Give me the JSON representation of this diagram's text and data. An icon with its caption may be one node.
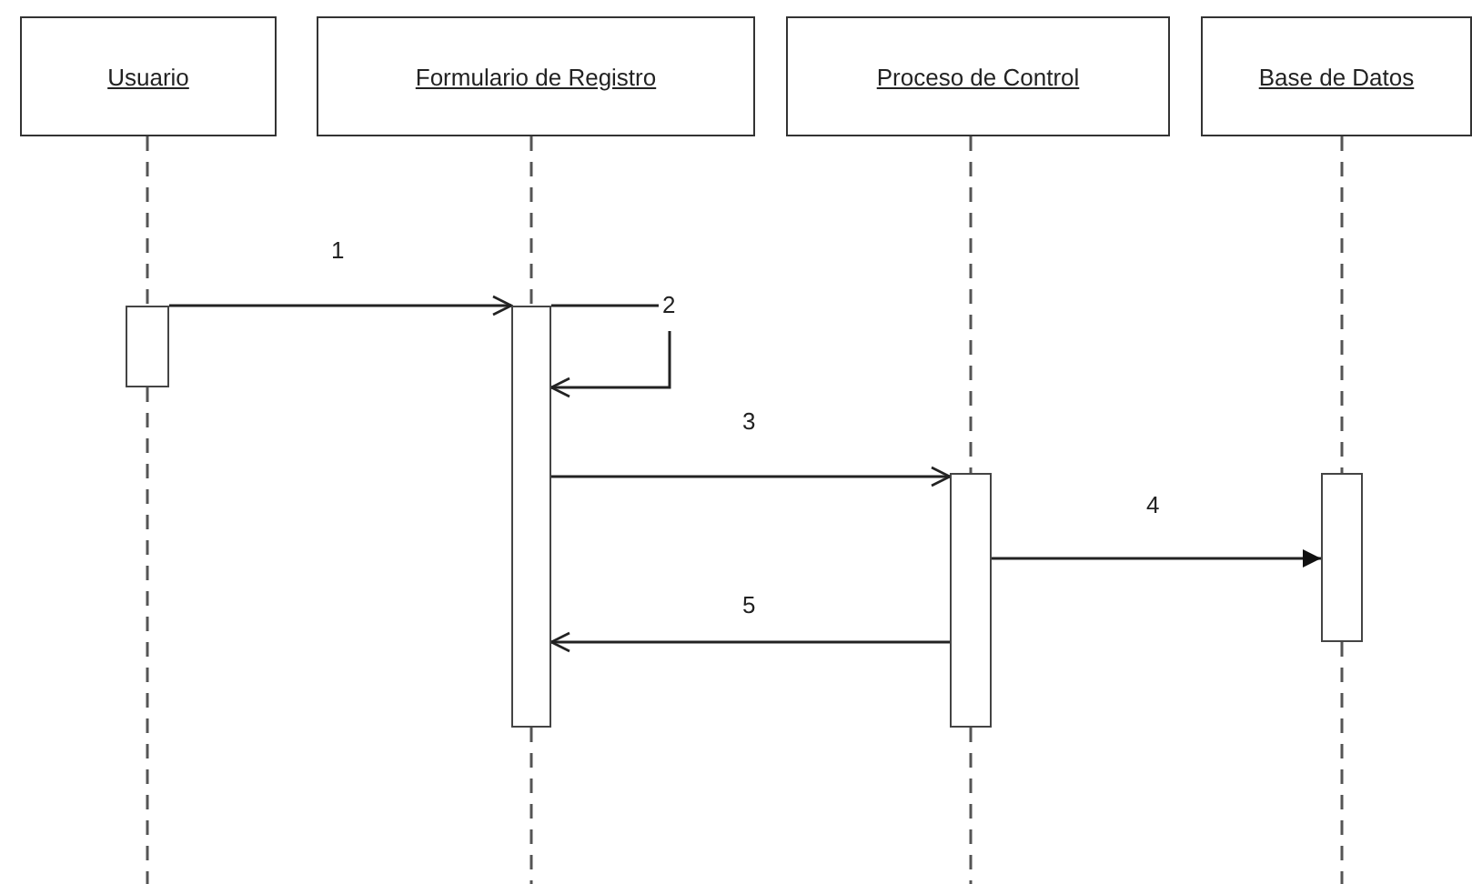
{
  "diagram": {
    "nodes": [
      {
        "text": [
          "Usuario"
        ]
      },
      {
        "text": [
          "Formulario de Registro"
        ]
      },
      {
        "text": [
          "Proceso de Control"
        ]
      },
      {
        "text": [
          "Base de Datos"
        ]
      },
      {
        "text": [],
        "shape": "bar"
      },
      {
        "text": [],
        "shape": "bar"
      },
      {
        "text": [],
        "shape": "bar"
      },
      {
        "text": [],
        "shape": "bar"
      }
    ],
    "edges": [
      {
        "from": 4,
        "to": 5,
        "arrow": "to",
        "label": "1"
      },
      {
        "from": 5,
        "to": 5,
        "arrow": "to",
        "label": "2"
      },
      {
        "from": 5,
        "to": 6,
        "arrow": "to",
        "label": "3"
      },
      {
        "from": 6,
        "to": 7,
        "arrow": "to",
        "label": "4"
      },
      {
        "from": 6,
        "to": 5,
        "arrow": "to",
        "label": "5"
      },
      {
        "from": 0,
        "to": 4,
        "arrow": "none",
        "style": "dashed"
      },
      {
        "from": 1,
        "to": 5,
        "arrow": "none",
        "style": "dashed"
      },
      {
        "from": 2,
        "to": 6,
        "arrow": "none",
        "style": "dashed"
      },
      {
        "from": 3,
        "to": 7,
        "arrow": "none",
        "style": "dashed"
      },
      {
        "from": 4,
        "to": null,
        "arrow": "none",
        "style": "dashed"
      },
      {
        "from": 5,
        "to": null,
        "arrow": "none",
        "style": "dashed"
      },
      {
        "from": 6,
        "to": null,
        "arrow": "none",
        "style": "dashed"
      },
      {
        "from": 7,
        "to": null,
        "arrow": "none",
        "style": "dashed"
      }
    ]
  }
}
